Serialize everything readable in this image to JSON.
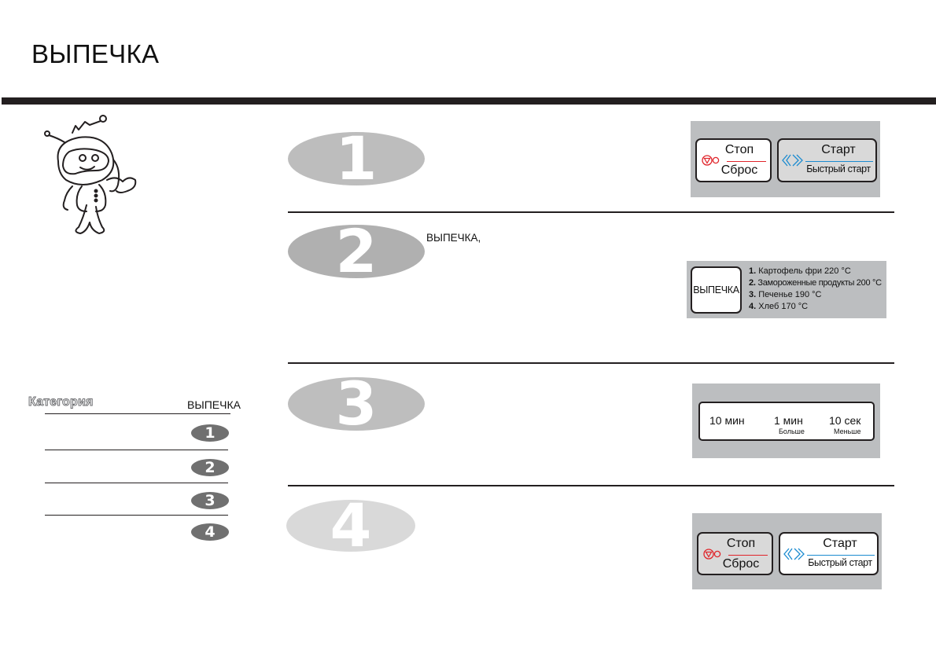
{
  "page": {
    "title": "ВЫПЕЧКА"
  },
  "steps": [
    {
      "number": "1",
      "text": ""
    },
    {
      "number": "2",
      "text": "ВЫПЕЧКА,"
    },
    {
      "number": "3",
      "text": ""
    },
    {
      "number": "4",
      "text": ""
    }
  ],
  "panel_stop_start": {
    "stop": "Стоп",
    "reset": "Сброс",
    "start": "Старт",
    "quick_start": "Быстрый старт"
  },
  "panel_bake": {
    "button": "ВЫПЕЧКА",
    "options": [
      {
        "num": "1.",
        "text": "Картофель фри 220 °C"
      },
      {
        "num": "2.",
        "text": "Замороженные продукты 200 °C"
      },
      {
        "num": "3.",
        "text": "Печенье 190 °C"
      },
      {
        "num": "4.",
        "text": "Хлеб 170 °C"
      }
    ]
  },
  "panel_time": {
    "ten_min": "10 мин",
    "one_min": "1 мин",
    "more": "Больше",
    "ten_sec": "10 сек",
    "less": "Меньше"
  },
  "sidebar": {
    "category_label": "Категория",
    "mode_label": "ВЫПЕЧКА",
    "step_numbers": [
      "1",
      "2",
      "3",
      "4"
    ]
  },
  "colors": {
    "oval_1": "#bdbdbd",
    "oval_2": "#b0b0b0",
    "oval_3": "#bebebe",
    "oval_4": "#d9d9d9",
    "panel": "#bcbec0",
    "stop_icon": "#e0252b",
    "start_icon": "#1b8bd0"
  },
  "icons": [
    "mascot-illustration",
    "stop-icon",
    "start-icon"
  ]
}
